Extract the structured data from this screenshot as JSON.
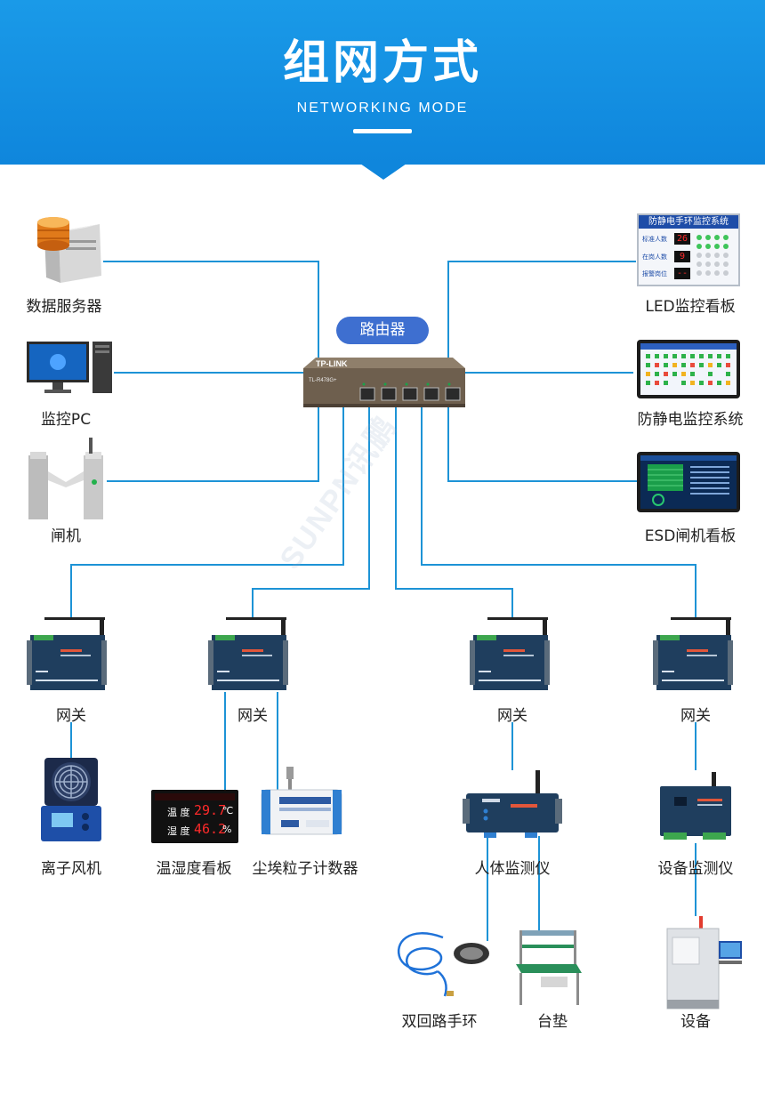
{
  "header": {
    "title": "组网方式",
    "subtitle": "NETWORKING MODE"
  },
  "colors": {
    "header_blue": "#1a9ae8",
    "line_blue": "#1d93d6",
    "pill_blue": "#3e6fd0"
  },
  "router": {
    "label": "路由器",
    "brand": "TP-LINK",
    "model": "TL-R478G+"
  },
  "left_devices": {
    "server": "数据服务器",
    "pc": "监控PC",
    "gate": "闸机"
  },
  "right_devices": {
    "led_board": "LED监控看板",
    "antistatic_system": "防静电监控系统",
    "esd_gate_board": "ESD闸机看板"
  },
  "led_board_screen": {
    "title": "防静电手环监控系统",
    "row1_label": "标准人数",
    "row1_value": "26",
    "row2_label": "在岗人数",
    "row2_value": "9",
    "row3_label": "报警岗位",
    "row3_value": "--"
  },
  "gateways": {
    "gw1": "网关",
    "gw2": "网关",
    "gw3": "网关",
    "gw4": "网关"
  },
  "terminals": {
    "ion_fan": "离子风机",
    "th_board": "温湿度看板",
    "dust_counter": "尘埃粒子计数器",
    "body_monitor": "人体监测仪",
    "equipment_monitor": "设备监测仪",
    "dual_wristband": "双回路手环",
    "mat": "台垫",
    "equipment": "设备"
  },
  "th_board_screen": {
    "temp_label": "温 度",
    "temp_value": "29.7",
    "temp_unit": "℃",
    "hum_label": "湿 度",
    "hum_value": "46.2",
    "hum_unit": "%"
  },
  "watermark": "SUNPN讯鹏"
}
